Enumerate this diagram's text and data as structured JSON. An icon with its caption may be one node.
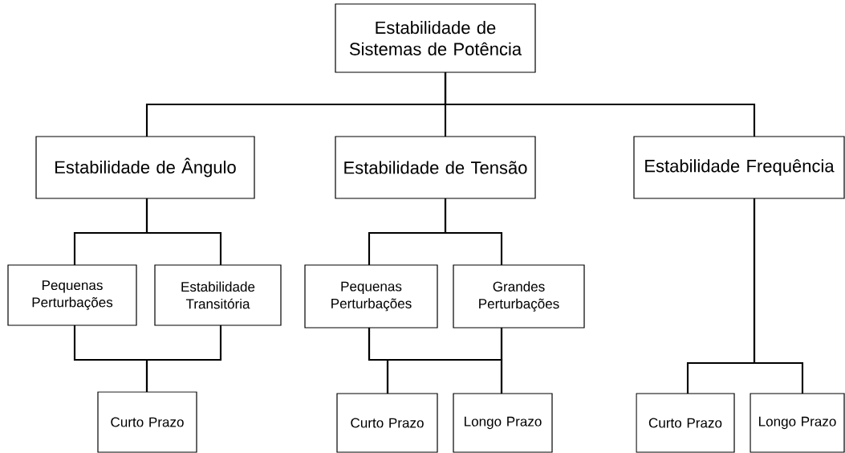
{
  "diagram": {
    "nodes": [
      {
        "text": [
          "Estabilidade de Sistemas de Potência"
        ]
      },
      {
        "text": [
          "Estabilidade de Ângulo"
        ]
      },
      {
        "text": [
          "Estabilidade de Tensão"
        ]
      },
      {
        "text": [
          "Estabilidade Frequência"
        ]
      },
      {
        "text": [
          "Pequenas Perturbações"
        ]
      },
      {
        "text": [
          "Estabilidade Transitória"
        ]
      },
      {
        "text": [
          "Pequenas Perturbações"
        ]
      },
      {
        "text": [
          "Grandes Perturbações"
        ]
      },
      {
        "text": [
          "Curto Prazo"
        ]
      },
      {
        "text": [
          "Curto Prazo"
        ]
      },
      {
        "text": [
          "Longo Prazo"
        ]
      },
      {
        "text": [
          "Curto Prazo"
        ]
      },
      {
        "text": [
          "Longo Prazo"
        ]
      }
    ],
    "edges": [
      {
        "from": 0,
        "to": 1,
        "arrow": "none"
      },
      {
        "from": 0,
        "to": 2,
        "arrow": "none"
      },
      {
        "from": 0,
        "to": 3,
        "arrow": "none"
      },
      {
        "from": 1,
        "to": 4,
        "arrow": "none"
      },
      {
        "from": 1,
        "to": 5,
        "arrow": "none"
      },
      {
        "from": 4,
        "to": 8,
        "arrow": "none"
      },
      {
        "from": 5,
        "to": 8,
        "arrow": "none"
      },
      {
        "from": 2,
        "to": 6,
        "arrow": "none"
      },
      {
        "from": 2,
        "to": 7,
        "arrow": "none"
      },
      {
        "from": 6,
        "to": 9,
        "arrow": "none"
      },
      {
        "from": 6,
        "to": 10,
        "arrow": "none"
      },
      {
        "from": 7,
        "to": 9,
        "arrow": "none"
      },
      {
        "from": 7,
        "to": 10,
        "arrow": "none"
      },
      {
        "from": 3,
        "to": 11,
        "arrow": "none"
      },
      {
        "from": 3,
        "to": 12,
        "arrow": "none"
      }
    ]
  }
}
